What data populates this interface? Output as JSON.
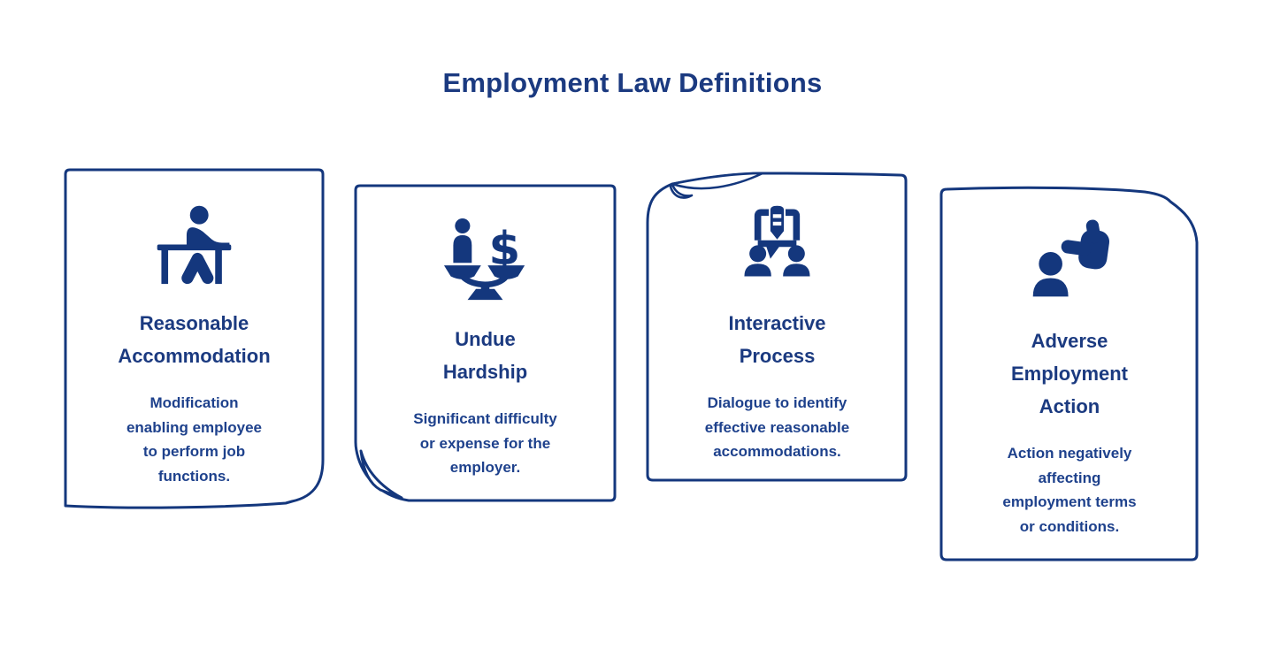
{
  "page": {
    "title": "Employment Law Definitions",
    "background_color": "#ffffff",
    "accent_color": "#14377d",
    "heading_color": "#1b3a80",
    "body_text_color": "#1e418c"
  },
  "icons": {
    "dollar_glyph": "$"
  },
  "cards": [
    {
      "id": "reasonable-accommodation",
      "icon": "person-at-desk-icon",
      "corner_fold": "bottom-right",
      "title": "Reasonable\nAccommodation",
      "description": "Modification\nenabling employee\nto perform job\nfunctions."
    },
    {
      "id": "undue-hardship",
      "icon": "balance-scale-person-dollar-icon",
      "corner_fold": "bottom-left",
      "title": "Undue\nHardship",
      "description": "Significant difficulty\nor expense for the\nemployer."
    },
    {
      "id": "interactive-process",
      "icon": "two-people-conversation-icon",
      "corner_fold": "top-left",
      "title": "Interactive\nProcess",
      "description": "Dialogue to identify\neffective reasonable\naccommodations."
    },
    {
      "id": "adverse-employment-action",
      "icon": "hand-over-person-icon",
      "corner_fold": "top-right",
      "title": "Adverse\nEmployment\nAction",
      "description": "Action negatively\naffecting\nemployment terms\nor conditions."
    }
  ]
}
